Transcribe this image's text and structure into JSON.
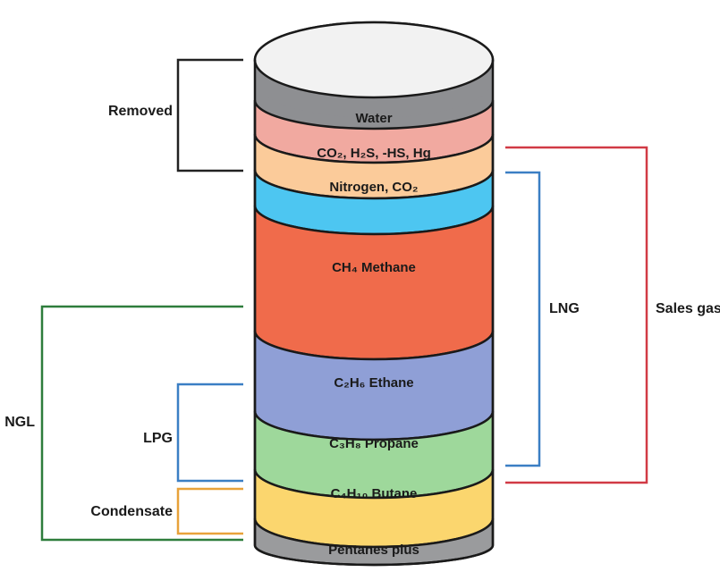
{
  "layers": [
    {
      "key": "water",
      "label": "Water",
      "color": "#f1a9a0"
    },
    {
      "key": "acid",
      "label": "CO₂, H₂S, -HS, Hg",
      "color": "#fbcb9a"
    },
    {
      "key": "nitrogen",
      "label": "Nitrogen, CO₂",
      "color": "#4dc6f1"
    },
    {
      "key": "methane",
      "label": "CH₄ Methane",
      "color": "#f06b4b"
    },
    {
      "key": "ethane",
      "label": "C₂H₆ Ethane",
      "color": "#8f9fd6"
    },
    {
      "key": "propane",
      "label": "C₃H₈ Propane",
      "color": "#9ed89b"
    },
    {
      "key": "butane",
      "label": "C₄H₁₀ Butane",
      "color": "#fbd66e"
    },
    {
      "key": "pentanes",
      "label": "Pentanes plus",
      "color": "#9a9b9d"
    }
  ],
  "brackets": {
    "removed": {
      "label": "Removed",
      "color": "#222222"
    },
    "ngl": {
      "label": "NGL",
      "color": "#2e7d3c"
    },
    "lpg": {
      "label": "LPG",
      "color": "#3b7fc4"
    },
    "condensate": {
      "label": "Condensate",
      "color": "#e8a23a"
    },
    "lng": {
      "label": "LNG",
      "color": "#3b7fc4"
    },
    "sales_gas": {
      "label": "Sales gas",
      "color": "#d13a45"
    }
  },
  "colors": {
    "cylinder_shell": "#8e8f92",
    "cylinder_top": "#f2f2f2",
    "outline": "#1a1a1a"
  }
}
